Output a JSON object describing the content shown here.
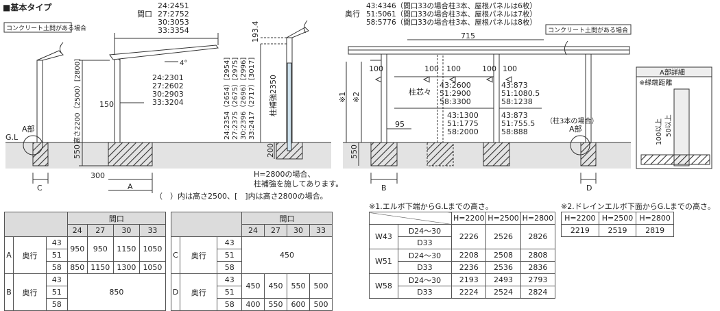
{
  "header": {
    "title": "■基本タイプ"
  },
  "front": {
    "label_conc": "コンクリート土間がある場合",
    "width_label": "間口",
    "width_dims": [
      "24:2451",
      "27:2752",
      "30:3053",
      "33:3354"
    ],
    "slope": "4°",
    "beam_dims": [
      "24:2301",
      "27:2602",
      "30:2903",
      "33:3204"
    ],
    "dim_150": "150",
    "height_label": "高さ2200（2500）[2800]",
    "dim_550": "550",
    "gl": "G.L",
    "part_a": "A部",
    "dim_c": "C",
    "dim_300": "300",
    "dim_a": "A",
    "post_heights": [
      "24:2354（2654）[2954]",
      "27:2375（2675）[2975]",
      "30:2396（2696）[2996]",
      "33:2417（2717）[3017]"
    ],
    "dim_193": "193.4",
    "reinforce": "柱補強2350",
    "dim_200": "200",
    "note_h2800": "H=2800の場合、",
    "note_h2800b": "柱補強を施してあります。",
    "note_paren": "（　）内は高さ2500、[　]内は高さ2800の場合。"
  },
  "side": {
    "depth_label": "奥行",
    "depth_dims": [
      "43:4346（間口33の場合柱3本、屋根パネルは6枚）",
      "51:5061（間口33の場合柱3本、屋根パネルは7枚）",
      "58:5776（間口33の場合柱3本、屋根パネルは8枚）"
    ],
    "dim_715": "715",
    "dim_100s": [
      "100",
      "100",
      "100",
      "100",
      "100"
    ],
    "pitch_label": "柱芯々",
    "pitch_dims": [
      "43:2600",
      "51:2900",
      "58:3300"
    ],
    "right_dims": [
      "43:873",
      "51:1080.5",
      "58:1238"
    ],
    "mid_dims": [
      "43:1300",
      "51:1775",
      "58:2000"
    ],
    "right_dims2": [
      "43:873",
      "51:755.5",
      "58:888"
    ],
    "three_post": "（柱3本の場合）",
    "mark1": "※1",
    "mark2": "※2",
    "dim_95": "95",
    "dim_550": "550",
    "dim_b": "B",
    "label_conc": "コンクリート土間がある場合",
    "part_a": "A部",
    "dim_d": "D"
  },
  "detail": {
    "title": "A部詳細",
    "sub": "※緑端距離",
    "v1": "100以上",
    "v2": "50以上"
  },
  "table_ab": {
    "header": "間口",
    "cols": [
      "24",
      "27",
      "30",
      "33"
    ],
    "depth": "奥行",
    "rowA": {
      "label": "A",
      "sub": [
        "43",
        "51",
        "58"
      ],
      "r51": [
        "950",
        "950",
        "1150",
        "1050"
      ],
      "r58": [
        "850",
        "1150",
        "1300",
        "1050"
      ]
    },
    "rowB": {
      "label": "B",
      "sub": [
        "43",
        "51",
        "58"
      ],
      "val": "850"
    }
  },
  "table_cd": {
    "header": "間口",
    "cols": [
      "24",
      "27",
      "30",
      "33"
    ],
    "depth": "奥行",
    "rowC": {
      "label": "C",
      "sub": [
        "43",
        "51",
        "58"
      ],
      "val": "450"
    },
    "rowD": {
      "label": "D",
      "sub": [
        "43",
        "51",
        "58"
      ],
      "r51": [
        "450",
        "450",
        "550",
        "500"
      ],
      "r58": [
        "400",
        "550",
        "600",
        "500"
      ]
    }
  },
  "table_w": {
    "note": "※1.エルボ下端からG.Lまでの高さ。",
    "cols": [
      "H=2200",
      "H=2500",
      "H=2800"
    ],
    "rows": [
      {
        "w": "W43",
        "a": "D24～30",
        "b": "D33",
        "a_vals": [
          "2226",
          "2526",
          "2826"
        ]
      },
      {
        "w": "W51",
        "a": "D24～30",
        "b": "D33",
        "a_vals": [
          "2208",
          "2508",
          "2808"
        ],
        "b_vals": [
          "2236",
          "2536",
          "2836"
        ]
      },
      {
        "w": "W58",
        "a": "D24～30",
        "b": "D33",
        "a_vals": [
          "2193",
          "2493",
          "2793"
        ],
        "b_vals": [
          "2224",
          "2524",
          "2824"
        ]
      }
    ]
  },
  "table_drain": {
    "note": "※2.ドレインエルボ下面からG.Lまでの高さ。",
    "cols": [
      "H=2200",
      "H=2500",
      "H=2800"
    ],
    "vals": [
      "2219",
      "2519",
      "2819"
    ]
  }
}
